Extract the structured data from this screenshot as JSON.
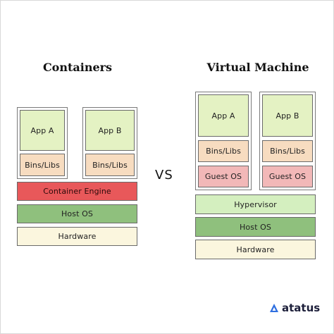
{
  "titles": {
    "containers": "Containers",
    "vm": "Virtual Machine"
  },
  "vs": "VS",
  "containers": {
    "app_a": "App A",
    "app_b": "App B",
    "bins_a": "Bins/Libs",
    "bins_b": "Bins/Libs",
    "engine": "Container Engine",
    "host_os": "Host OS",
    "hardware": "Hardware"
  },
  "vm": {
    "app_a": "App A",
    "app_b": "App B",
    "bins_a": "Bins/Libs",
    "bins_b": "Bins/Libs",
    "guest_a": "Guest OS",
    "guest_b": "Guest OS",
    "hypervisor": "Hypervisor",
    "host_os": "Host OS",
    "hardware": "Hardware"
  },
  "logo": {
    "text": "atatus",
    "icon": "atatus-logo-icon",
    "color": "#2f6fe0"
  },
  "colors": {
    "app": "#e4f2c3",
    "bins": "#f7dcc0",
    "guest_os": "#f2b8b8",
    "container_engine": "#e8585a",
    "host_os": "#8fc07d",
    "hypervisor": "#d4efbf",
    "hardware": "#fbf6de"
  }
}
